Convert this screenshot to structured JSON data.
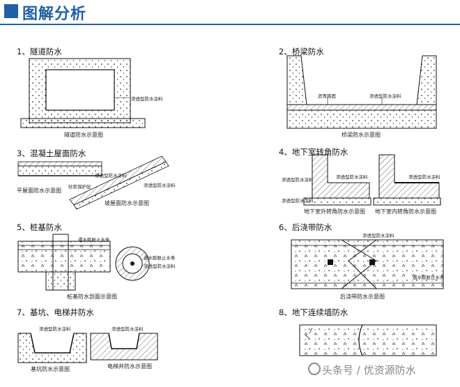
{
  "header": {
    "title": "图解分析"
  },
  "panels": {
    "p1": {
      "title": "1、隧道防水",
      "caption": "隧道防水示意图",
      "label": "渗透型防水涂料"
    },
    "p2": {
      "title": "2、桥梁防水",
      "caption": "桥梁防水示意图",
      "label_a": "沥青路面",
      "label_b": "渗透型防水涂料"
    },
    "p3": {
      "title": "3、混凝土屋面防水",
      "caption_a": "平屋面防水示意图",
      "caption_b": "坡屋面防水示意图",
      "label_a": "渗透型防水涂料",
      "label_b": "渗透型防水涂料",
      "label_c": "砂浆保护层"
    },
    "p4": {
      "title": "4、地下室转角防水",
      "caption_a": "地下室外转角防水示意图",
      "caption_b": "地下室内转角防水示意图",
      "label_a": "渗透型防水涂料",
      "label_b": "渗透型防水涂料",
      "label_c": "渗透型防水涂料",
      "label_d": "渗透型防水涂料"
    },
    "p5": {
      "title": "5、桩基防水",
      "caption": "桩基防水剖面示意图",
      "label_a": "遇水膨胀止水条",
      "label_b": "遇水膨胀止水条",
      "label_c": "渗透型防水涂料"
    },
    "p6": {
      "title": "6、后浇带防水",
      "caption": "后浇带防水示意图",
      "label_a": "渗透型防水涂料",
      "label_b": "遇水膨胀止水条"
    },
    "p7": {
      "title": "7、基坑、电梯井防水",
      "caption_a": "基坑防水示意图",
      "caption_b": "电梯井防水示意图",
      "label_a": "渗透型防水涂料",
      "label_b": "渗透型防水涂料"
    },
    "p8": {
      "title": "8、地下连续墙防水"
    }
  },
  "watermark": {
    "text": "头条号 / 优资源防水"
  }
}
